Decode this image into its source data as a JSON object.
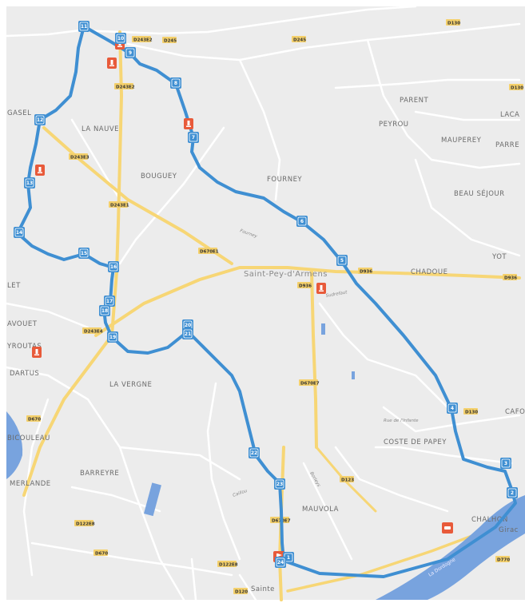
{
  "colors": {
    "background": "#ececec",
    "route": "#3f8fd2",
    "marker": "#3f8fd2",
    "water": "#78a3de",
    "major_road": "#f7d675",
    "poi": "#e85a3a",
    "road_badge": "#f4d06b"
  },
  "places": [
    {
      "id": "la-nauve",
      "name": "LA NAUVE"
    },
    {
      "id": "bouguey",
      "name": "BOUGUEY"
    },
    {
      "id": "fourney",
      "name": "FOURNEY"
    },
    {
      "id": "parent",
      "name": "PARENT"
    },
    {
      "id": "peyrou",
      "name": "PEYROU"
    },
    {
      "id": "lacas",
      "name": "LACA"
    },
    {
      "id": "maufrey",
      "name": "MAUPEREY"
    },
    {
      "id": "parre",
      "name": "PARRE"
    },
    {
      "id": "beau-sejour",
      "name": "BEAU SÉJOUR"
    },
    {
      "id": "yot",
      "name": "YOT"
    },
    {
      "id": "chadoue",
      "name": "CHADOUE"
    },
    {
      "id": "saint-pey",
      "name": "Saint-Pey-d'Armens"
    },
    {
      "id": "let",
      "name": "LET"
    },
    {
      "id": "avouet",
      "name": "AVOUET"
    },
    {
      "id": "yroutas",
      "name": "YROUTAS"
    },
    {
      "id": "dartus",
      "name": "DARTUS"
    },
    {
      "id": "la-vergne",
      "name": "LA VERGNE"
    },
    {
      "id": "cafo",
      "name": "CAFO"
    },
    {
      "id": "coste-de-papey",
      "name": "COSTE DE PAPEY"
    },
    {
      "id": "bicouleau",
      "name": "BICOULEAU"
    },
    {
      "id": "barreyre",
      "name": "BARREYRE"
    },
    {
      "id": "merlande",
      "name": "MERLANDE"
    },
    {
      "id": "mauvola",
      "name": "MAUVOLA"
    },
    {
      "id": "chalhon",
      "name": "CHALHON"
    },
    {
      "id": "girac",
      "name": "Girac"
    },
    {
      "id": "gasel",
      "name": "GASEL"
    },
    {
      "id": "sainte",
      "name": "Sainte"
    }
  ],
  "road_badges": [
    {
      "id": "d243e2-top",
      "label": "D243E2"
    },
    {
      "id": "d245-top",
      "label": "D245"
    },
    {
      "id": "d245-mid",
      "label": "D245"
    },
    {
      "id": "d130-right",
      "label": "D130"
    },
    {
      "id": "d130-corner",
      "label": "D130"
    },
    {
      "id": "d243e2-left",
      "label": "D243E2"
    },
    {
      "id": "d243e3",
      "label": "D243E3"
    },
    {
      "id": "d243e1",
      "label": "D243E1"
    },
    {
      "id": "d670e1",
      "label": "D670E1"
    },
    {
      "id": "d936-right",
      "label": "D936"
    },
    {
      "id": "d936-edge",
      "label": "D936"
    },
    {
      "id": "d936-center",
      "label": "D936"
    },
    {
      "id": "d243e4",
      "label": "D243E4"
    },
    {
      "id": "d670-left",
      "label": "D670"
    },
    {
      "id": "d670e7",
      "label": "D670E7"
    },
    {
      "id": "d130-south",
      "label": "D130"
    },
    {
      "id": "d123",
      "label": "D123"
    },
    {
      "id": "d670e7-b",
      "label": "D670E7"
    },
    {
      "id": "d122e8",
      "label": "D122E8"
    },
    {
      "id": "d670-bottom",
      "label": "D670"
    },
    {
      "id": "d122e8-b",
      "label": "D122E8"
    },
    {
      "id": "d120",
      "label": "D120"
    },
    {
      "id": "d770",
      "label": "D770"
    }
  ],
  "local_roads": [
    {
      "id": "rue-fourney",
      "name": "Fourney"
    },
    {
      "id": "chemin-stpey",
      "name": "Sudrefaut"
    },
    {
      "id": "rue-cafo",
      "name": "Rue de l'Infante"
    },
    {
      "id": "rue-mauvola",
      "name": "Borieys"
    },
    {
      "id": "rue-south",
      "name": "Caillou"
    }
  ],
  "river_label": "La Dordogne",
  "route_markers": [
    {
      "id": "m1",
      "label": "1"
    },
    {
      "id": "m2",
      "label": "2"
    },
    {
      "id": "m3",
      "label": "3"
    },
    {
      "id": "m4",
      "label": "4"
    },
    {
      "id": "m5",
      "label": "5"
    },
    {
      "id": "m6",
      "label": "6"
    },
    {
      "id": "m7",
      "label": "7"
    },
    {
      "id": "m8",
      "label": "8"
    },
    {
      "id": "m9",
      "label": "9"
    },
    {
      "id": "m10",
      "label": "10"
    },
    {
      "id": "m11",
      "label": "11"
    },
    {
      "id": "m12",
      "label": "12"
    },
    {
      "id": "m13",
      "label": "13"
    },
    {
      "id": "m14",
      "label": "14"
    },
    {
      "id": "m15",
      "label": "15"
    },
    {
      "id": "m16",
      "label": "16"
    },
    {
      "id": "m17",
      "label": "17"
    },
    {
      "id": "m18",
      "label": "18"
    },
    {
      "id": "m19",
      "label": "19"
    },
    {
      "id": "m20",
      "label": "20"
    },
    {
      "id": "m21",
      "label": "21"
    },
    {
      "id": "m22",
      "label": "22"
    },
    {
      "id": "m23",
      "label": "23"
    },
    {
      "id": "m24",
      "label": "24"
    }
  ],
  "pois": [
    {
      "id": "poi-winery-top",
      "icon": "wine-glass-icon"
    },
    {
      "id": "poi-winery-top2",
      "icon": "wine-glass-icon"
    },
    {
      "id": "poi-winery-north",
      "icon": "wine-glass-icon"
    },
    {
      "id": "poi-winery-west",
      "icon": "wine-glass-icon"
    },
    {
      "id": "poi-winery-center",
      "icon": "wine-glass-icon"
    },
    {
      "id": "poi-winery-dartus",
      "icon": "wine-glass-icon"
    },
    {
      "id": "poi-car-chalhon",
      "icon": "car-icon"
    },
    {
      "id": "poi-start",
      "icon": "flag-icon"
    }
  ]
}
